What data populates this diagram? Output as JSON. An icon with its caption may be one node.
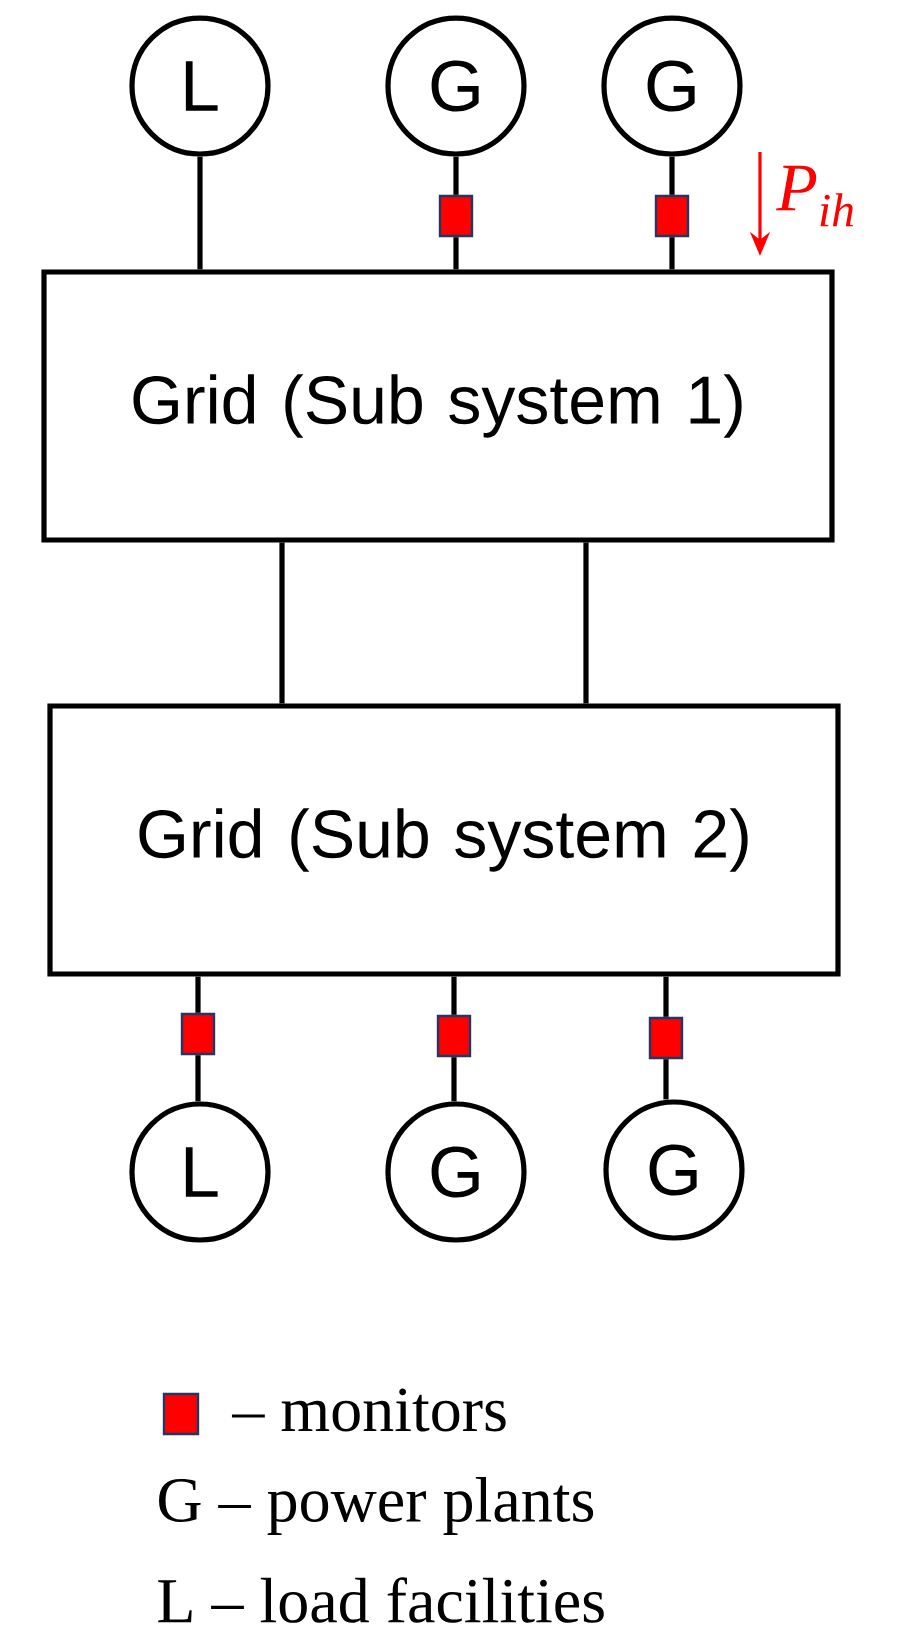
{
  "diagram": {
    "nodes": [
      {
        "text": [
          "L"
        ]
      },
      {
        "text": [
          "G"
        ]
      },
      {
        "text": [
          "G"
        ]
      },
      {
        "text": [],
        "shape": "box"
      },
      {
        "text": [],
        "shape": "box"
      },
      {
        "text": [
          "Grid (Sub system 1)"
        ]
      },
      {
        "text": [
          "Grid (Sub system 2)"
        ]
      },
      {
        "text": [],
        "shape": "box"
      },
      {
        "text": [],
        "shape": "box"
      },
      {
        "text": [],
        "shape": "box"
      },
      {
        "text": [
          "L"
        ]
      },
      {
        "text": [
          "G"
        ]
      },
      {
        "text": [
          "G"
        ]
      }
    ],
    "edges": [
      {
        "from": 0,
        "to": 5,
        "arrow": "none"
      },
      {
        "from": 1,
        "to": 3,
        "arrow": "none"
      },
      {
        "from": 3,
        "to": 5,
        "arrow": "none"
      },
      {
        "from": 2,
        "to": 4,
        "arrow": "none"
      },
      {
        "from": 4,
        "to": 5,
        "arrow": "none"
      },
      {
        "from": 5,
        "to": 6,
        "arrow": "none"
      },
      {
        "from": 5,
        "to": 6,
        "arrow": "none"
      },
      {
        "from": 6,
        "to": 7,
        "arrow": "none"
      },
      {
        "from": 7,
        "to": 10,
        "arrow": "none"
      },
      {
        "from": 6,
        "to": 8,
        "arrow": "none"
      },
      {
        "from": 8,
        "to": 11,
        "arrow": "none"
      },
      {
        "from": 6,
        "to": 9,
        "arrow": "none"
      },
      {
        "from": 9,
        "to": 12,
        "arrow": "none"
      }
    ],
    "labels": [
      "P$_{ih}$"
    ],
    "legend": [
      {
        "text": "– monitors",
        "color": "#ff0000"
      },
      {
        "text": "G – power plants"
      },
      {
        "text": "L – load facilities"
      }
    ]
  }
}
